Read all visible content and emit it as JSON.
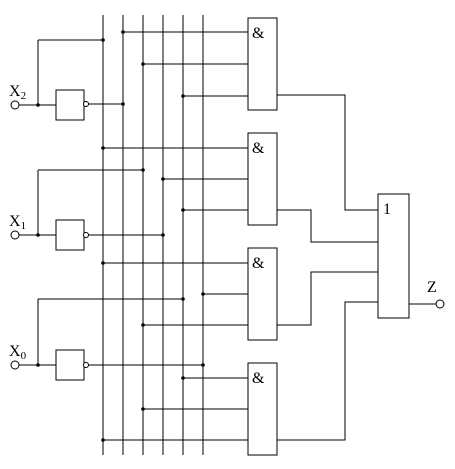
{
  "inputs": [
    {
      "label": "X",
      "subscript": "2"
    },
    {
      "label": "X",
      "subscript": "1"
    },
    {
      "label": "X",
      "subscript": "0"
    }
  ],
  "and_gates": [
    {
      "symbol": "&"
    },
    {
      "symbol": "&"
    },
    {
      "symbol": "&"
    },
    {
      "symbol": "&"
    }
  ],
  "or_gate": {
    "symbol": "1"
  },
  "output": {
    "label": "Z"
  }
}
